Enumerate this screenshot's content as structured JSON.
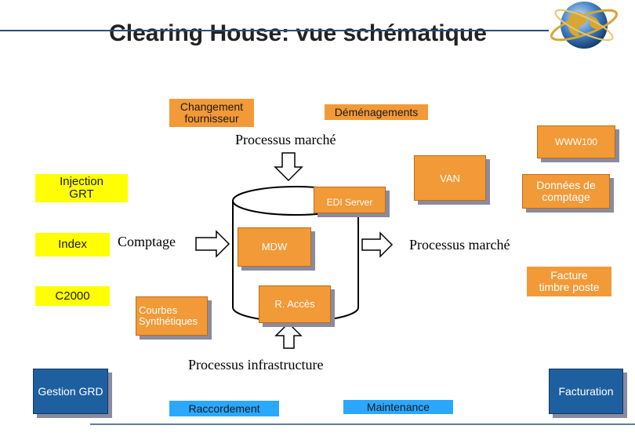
{
  "title": "Clearing House: vue schématique",
  "boxes": {
    "changement_fournisseur": "Changement\nfournisseur",
    "demenagements": "Déménagements",
    "www100": "WWW100",
    "injection_grt": "Injection\nGRT",
    "index": "Index",
    "c2000": "C2000",
    "van": "VAN",
    "edi_server": "EDI Server",
    "donnees_comptage": "Données de\ncomptage",
    "mdw": "MDW",
    "facture_timbre": "Facture\ntimbre poste",
    "courbes": "Courbes\nSynthétiques",
    "r_acces": "R. Accès",
    "gestion_grd": "Gestion GRD",
    "facturation": "Facturation",
    "raccordement": "Raccordement",
    "maintenance": "Maintenance"
  },
  "labels": {
    "processus_marche_top": "Processus marché",
    "processus_marche_right": "Processus marché",
    "comptage": "Comptage",
    "processus_infrastructure": "Processus infrastructure"
  },
  "colors": {
    "orange": "#f29a38",
    "yellow": "#ffff00",
    "blue": "#1e5fa0",
    "light_blue": "#2aa8ff"
  },
  "icons": [
    "globe-logo-icon"
  ]
}
